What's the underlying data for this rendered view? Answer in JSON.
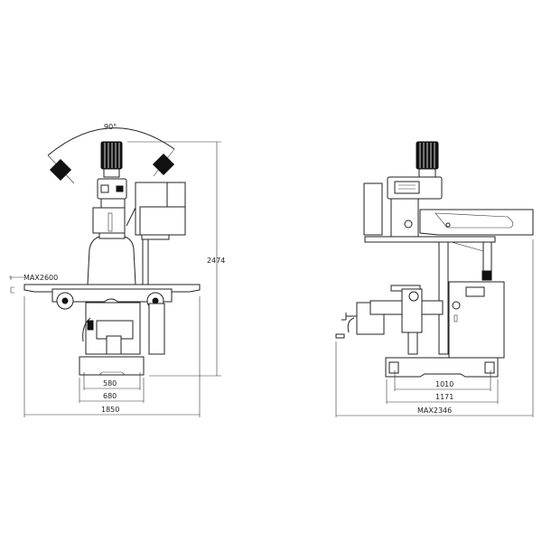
{
  "front_view": {
    "tilt_angle_label": "90°",
    "height_label": "2474",
    "max_table_height_label": "MAX2600",
    "base_inner_width_label": "580",
    "base_outer_width_label": "680",
    "table_width_label": "1850"
  },
  "side_view": {
    "base_inner_depth_label": "1010",
    "base_outer_depth_label": "1171",
    "max_depth_label": "MAX2346"
  }
}
